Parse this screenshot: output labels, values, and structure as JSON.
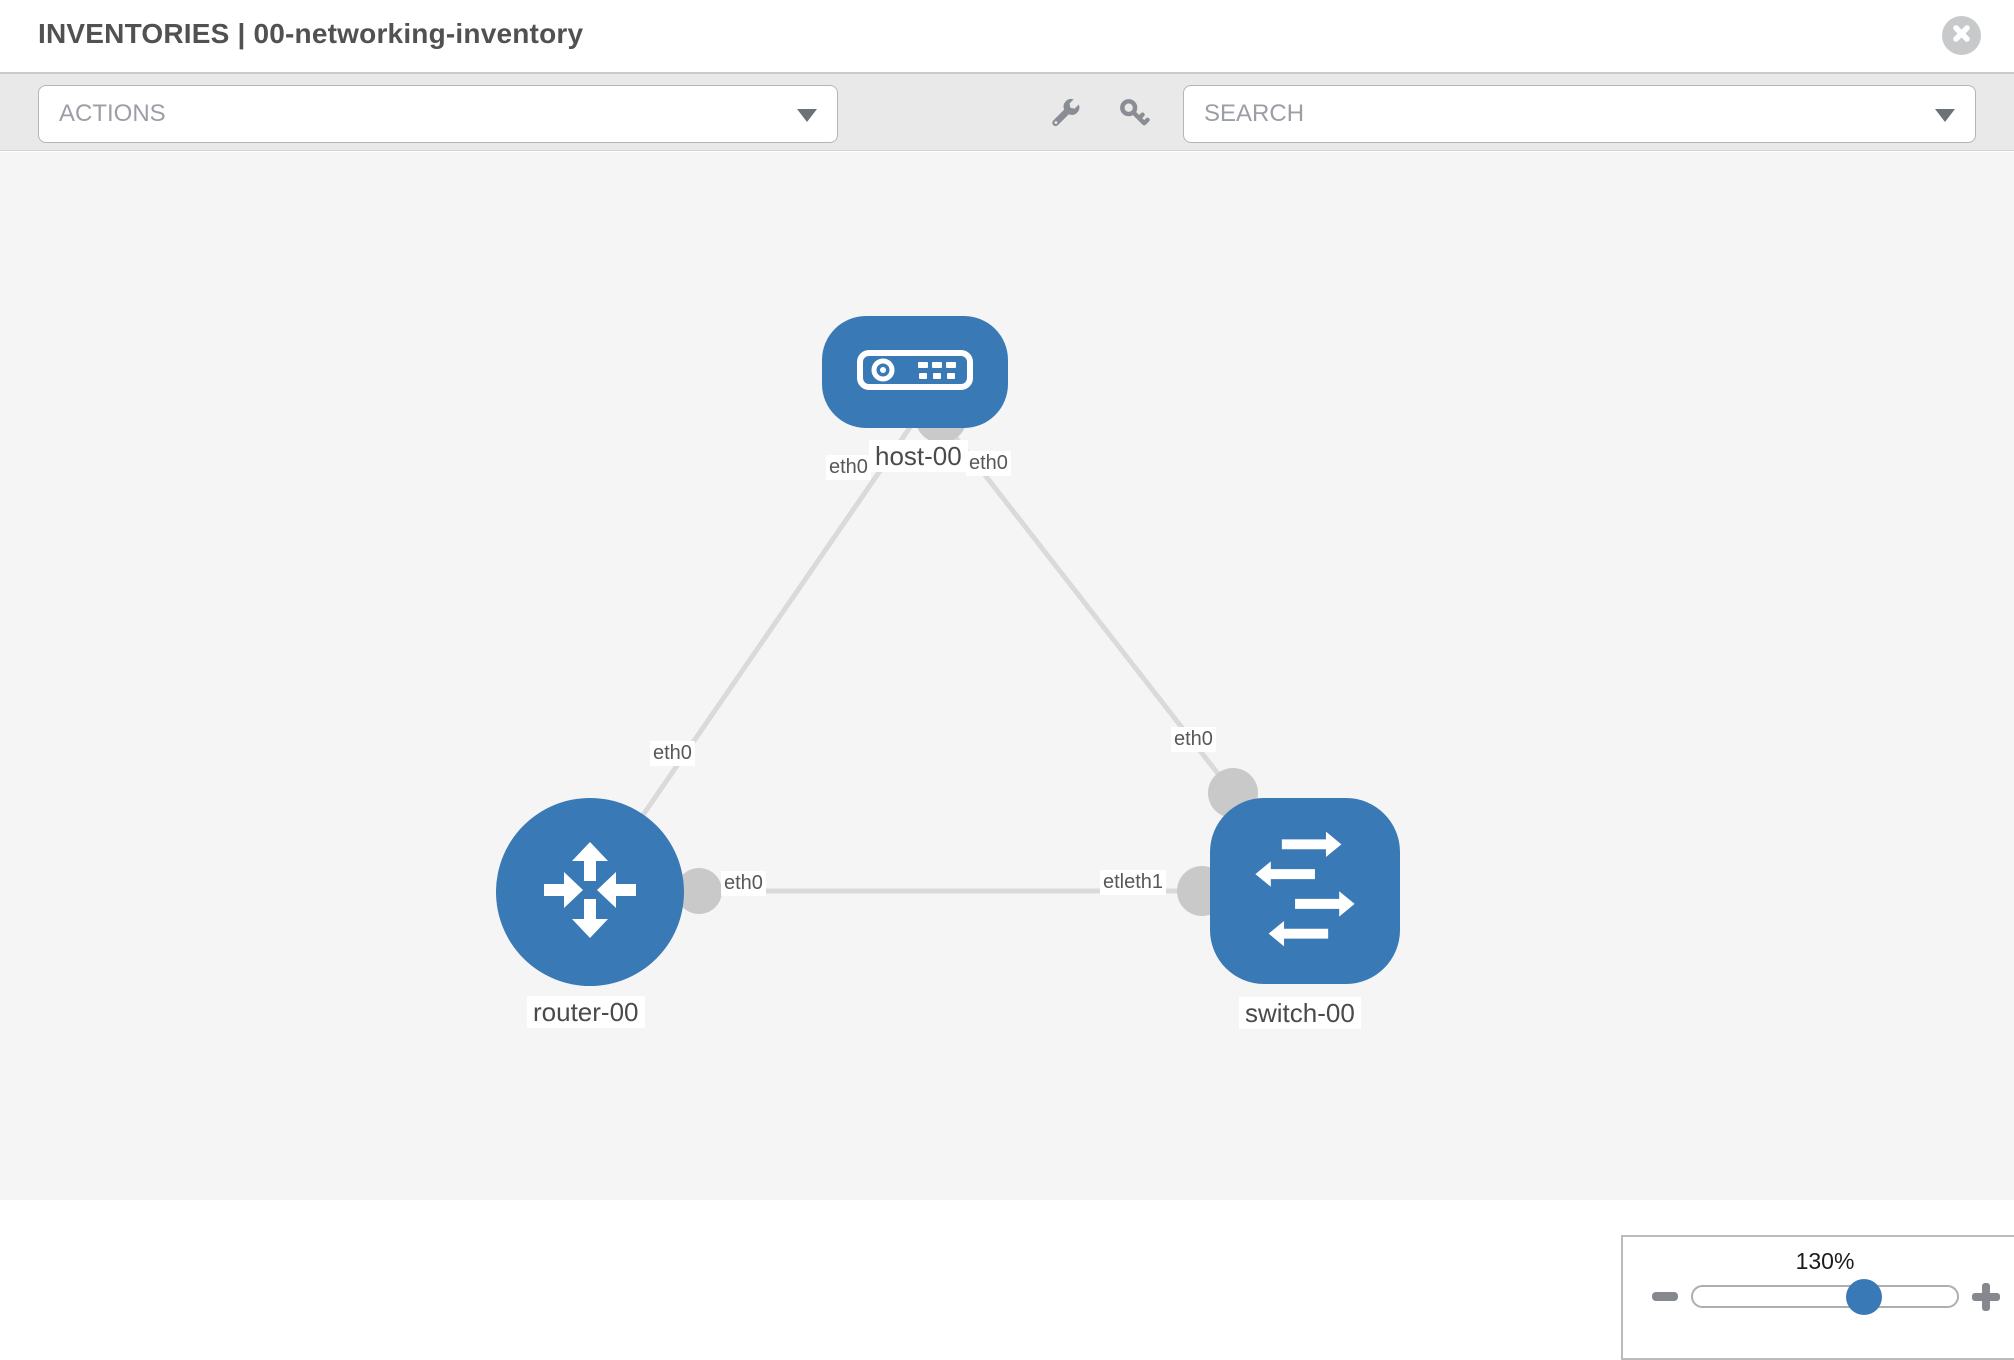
{
  "header": {
    "title": "INVENTORIES | 00-networking-inventory"
  },
  "toolbar": {
    "actions_label": "ACTIONS",
    "search_placeholder": "SEARCH",
    "icons": [
      "wrench-icon",
      "key-icon"
    ]
  },
  "topology": {
    "node_labels": {
      "host": "host-00",
      "router": "router-00",
      "switch": "switch-00"
    },
    "interface_labels": {
      "host_to_router": "eth0",
      "host_to_switch": "eth0",
      "router_to_host": "eth0",
      "switch_to_host": "eth0",
      "router_to_switch": "eth0",
      "switch_to_router": "etleth1"
    },
    "links": [
      {
        "from": "host-00",
        "to": "router-00"
      },
      {
        "from": "host-00",
        "to": "switch-00"
      },
      {
        "from": "router-00",
        "to": "switch-00"
      }
    ]
  },
  "zoom": {
    "level_label": "130%"
  },
  "colors": {
    "node_blue": "#3979b6",
    "link_gray": "#dadada",
    "connector_gray": "#c9c9c9",
    "canvas_bg": "#f5f5f5",
    "toolbar_bg": "#e9e9e9"
  }
}
